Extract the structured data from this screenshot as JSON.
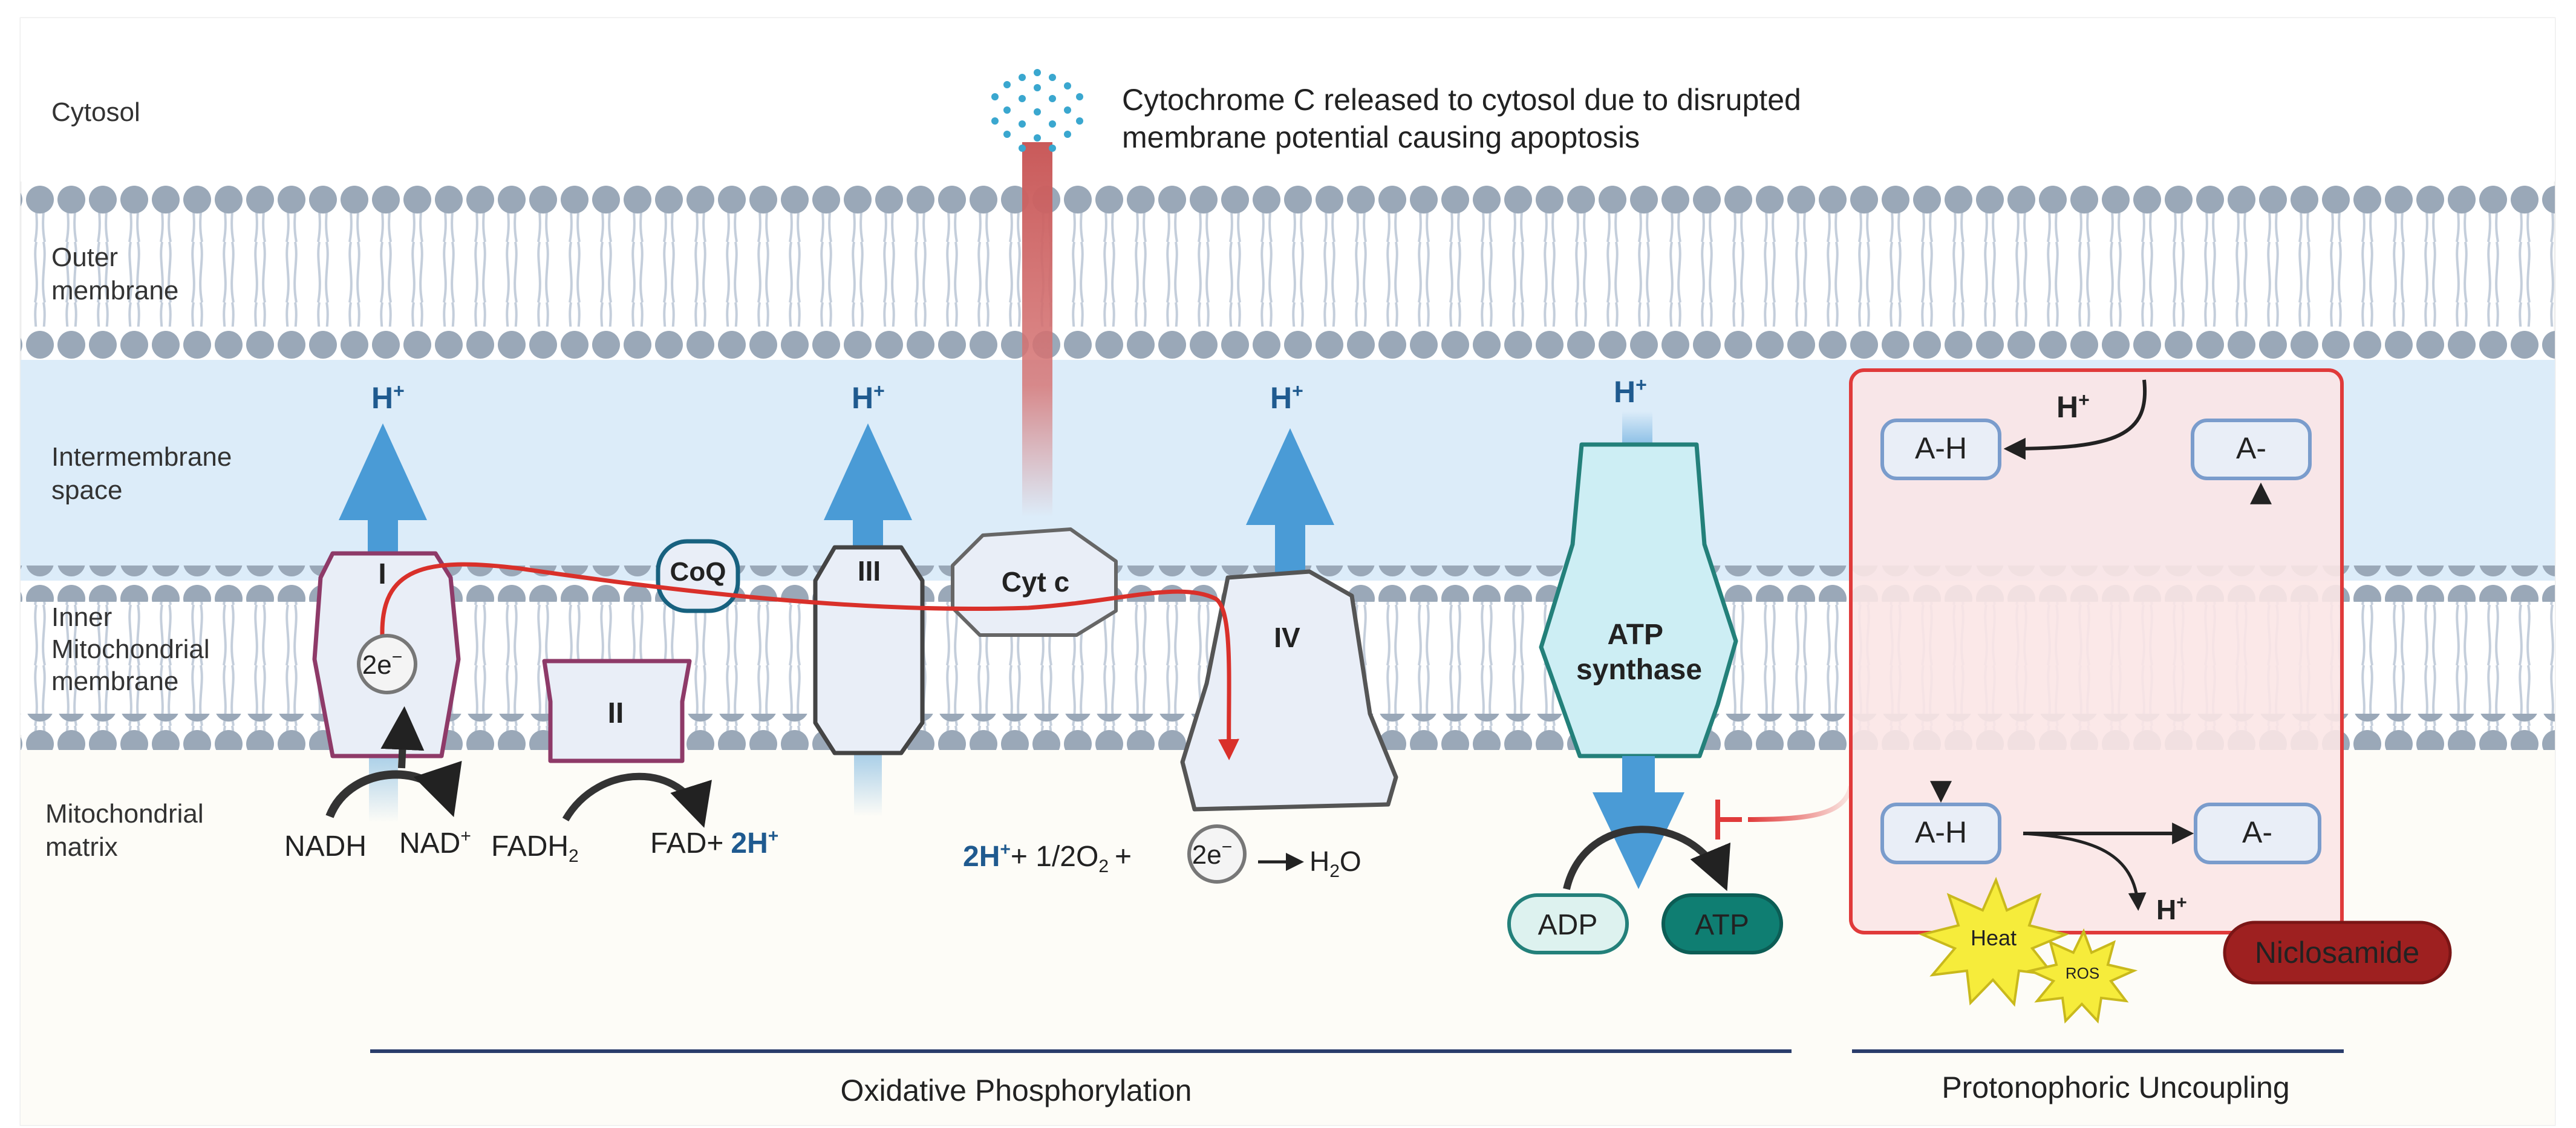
{
  "regions": {
    "cytosol": "Cytosol",
    "outer_membrane": [
      "Outer",
      "membrane"
    ],
    "intermembrane_space": [
      "Intermembrane",
      "space"
    ],
    "inner_membrane": [
      "Inner",
      "Mitochondrial",
      "membrane"
    ],
    "matrix": [
      "Mitochondrial",
      "matrix"
    ]
  },
  "cytc_release": [
    "Cytochrome C released to cytosol due to disrupted",
    "membrane potential causing apoptosis"
  ],
  "complexes": {
    "complex1": "I",
    "complex2": "II",
    "coq": "CoQ",
    "complex3": "III",
    "cytc": "Cyt c",
    "complex4": "IV",
    "atp_synthase": [
      "ATP",
      "synthase"
    ]
  },
  "proton": "H",
  "proton_sup": "+",
  "electron": "2e",
  "electron_sup": "−",
  "reactions": {
    "nadh": "NADH",
    "nad": "NAD",
    "fadh2": "FADH",
    "fadh2_sub": "2",
    "fad": "FAD+",
    "fad_2h": "2H",
    "water_2h": "2H",
    "water_mid": "+ 1/2O",
    "water_mid_sub": "2",
    "water_plus": "+",
    "h2o_h": "H",
    "h2o_sub": "2",
    "h2o_o": "O"
  },
  "atp": {
    "adp": "ADP",
    "atp": "ATP"
  },
  "uncoupling": {
    "ah_top": "A-H",
    "a_top": "A-",
    "ah_bottom": "A-H",
    "a_bottom": "A-",
    "heat": "Heat",
    "ros": "ROS",
    "drug": "Niclosamide"
  },
  "sections": {
    "oxphos": "Oxidative Phosphorylation",
    "uncoupling": "Protonophoric Uncoupling"
  },
  "colors": {
    "lipid_head": "#9aa8b8",
    "lipid_tail": "#c4cedb",
    "ims": "#dcecf9",
    "matrix_bg": "#fdfcf7",
    "arrow_blue": "#4a9bd6",
    "proton_blue": "#1f5a8f",
    "electron_red": "#d9302a",
    "complex_purple": "#8e3a68",
    "atp_teal": "#23807a",
    "niclosamide": "#9e2020",
    "uncoupling_box": "#e03a3a",
    "heat_yellow": "#f6ec3b"
  }
}
